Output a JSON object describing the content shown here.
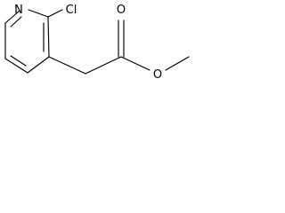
{
  "structure": {
    "atoms": {
      "nitrogen": "N",
      "chlorine": "Cl",
      "carbonyl_oxygen": "O",
      "ester_oxygen": "O"
    }
  }
}
